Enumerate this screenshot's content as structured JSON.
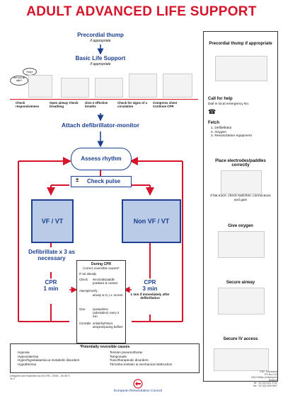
{
  "title": "ADULT ADVANCED LIFE SUPPORT",
  "precordial": {
    "title": "Precordial thump",
    "sub": "if appropriate"
  },
  "bls": {
    "title": "Basic Life Support",
    "sub": "if appropriate",
    "bubbles": [
      "Help!",
      "Are you all right?"
    ],
    "steps": [
      {
        "label": "Check responsiveness"
      },
      {
        "label": "Open airway Check breathing"
      },
      {
        "label": "Give 2 effective breaths"
      },
      {
        "label": "Check for signs of a circulation"
      },
      {
        "label": "Compress chest Continue CPR"
      }
    ]
  },
  "attach": "Attach defibrillator-monitor",
  "assess": "Assess rhythm",
  "check_pulse": {
    "sign": "±",
    "label": "Check pulse"
  },
  "vf": "VF / VT",
  "nonvf": "Non VF / VT",
  "defib": "Defibrillate x 3 as necessary",
  "cpr_left": {
    "title": "CPR",
    "sub": "1 min"
  },
  "cpr_right": {
    "title": "CPR",
    "sub": "3 min",
    "note": "1 min if immediately after defibrillation"
  },
  "during": {
    "title": "During CPR",
    "subtitle": "Correct reversible causes*",
    "intro": "If not already",
    "rows": [
      {
        "term": "Check",
        "detail": "electrode/paddle positions & contact"
      },
      {
        "term": "Attempt/verify",
        "detail": "airway & O₂ i.v. access"
      },
      {
        "term": "Give",
        "detail": "epinephrine (adrenaline) every 3 min"
      },
      {
        "term": "Consider",
        "detail": "antiarrhythmics atropine/pacing buffers"
      }
    ]
  },
  "causes": {
    "title": "*Potentially reversible causes",
    "left": [
      "Hypoxia",
      "Hypovolaemia",
      "Hyper/hypokalaemia & metabolic disorders",
      "Hypothermia"
    ],
    "right": [
      "Tension pneumothorax",
      "Tamponade",
      "Toxic/therapeutic disorders",
      "Thrombo-embolic & mechanical obstruction"
    ]
  },
  "sidebar": {
    "precordial": {
      "title": "Precordial thump if appropriate"
    },
    "call": {
      "title": "Call for help",
      "sub": "Dial in local emergency No."
    },
    "fetch": {
      "title": "Fetch",
      "items": [
        "1. Defibrillator",
        "2. Oxygen",
        "3. Resuscitation equipment"
      ]
    },
    "electrodes": {
      "title": "Place electrodes/paddles correctly",
      "note": "If flat trace, check switches, connections and gain"
    },
    "oxygen": {
      "title": "Give oxygen"
    },
    "airway": {
      "title": "Secure airway"
    },
    "iv": {
      "title": "Secure IV access"
    }
  },
  "footer": {
    "left": "Designed and illustrated by the ERC, ISBN – 90 8077 4x 0",
    "center": "European Resuscitation Council",
    "right": [
      "ERC Secretariat",
      "PO Box 113",
      "2610 Wilrijk (Antwerpen)",
      "Belgium",
      "tel: +32 (0)3 821 5742",
      "fax: +32 (0)3 828 0847"
    ]
  },
  "colors": {
    "red": "#d6142a",
    "blue": "#1d3f8f",
    "lightblue": "#b9cbe6"
  }
}
